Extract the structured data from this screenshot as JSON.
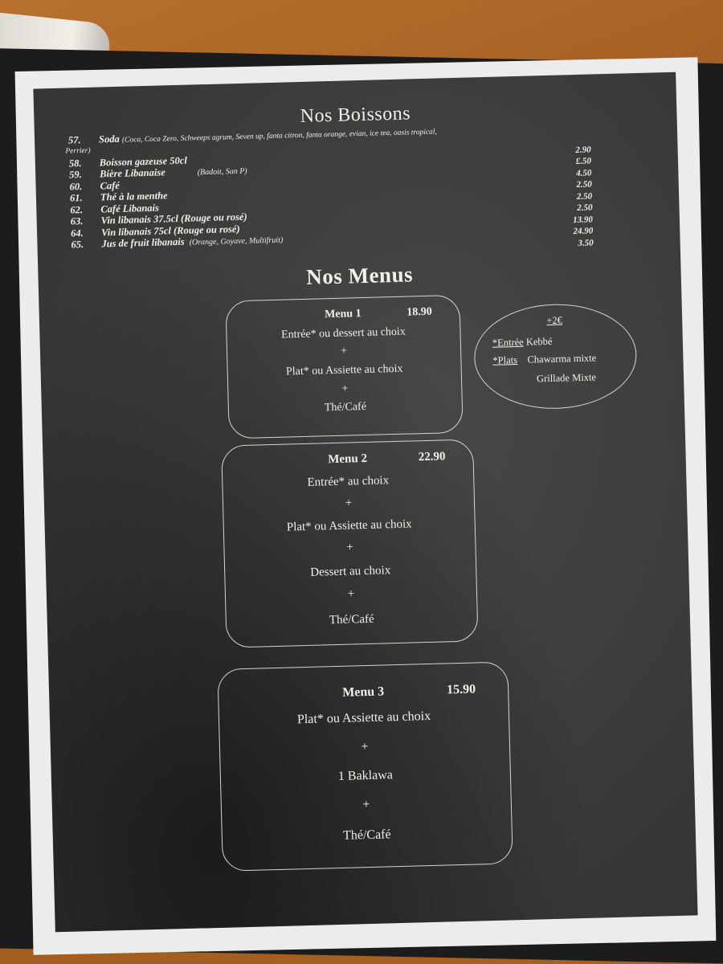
{
  "boissons": {
    "title": "Nos Boissons",
    "items": [
      {
        "num": "57.",
        "name": "Soda",
        "note": "(Coca, Coca Zero, Schweeps agrum, Seven up, fanta citron, fanta orange, evian, ice tea, oasis tropical,",
        "note_cont": "Perrier)",
        "price": ""
      },
      {
        "num": "58.",
        "name": "Boisson gazeuse 50cl",
        "note": "(Badoit, San P)",
        "price": "2.90"
      },
      {
        "num": "59.",
        "name": "Bière Libanaise",
        "note": "",
        "price": "£.50"
      },
      {
        "num": "60.",
        "name": "Café",
        "note": "",
        "price": "4.50"
      },
      {
        "num": "61.",
        "name": "Thé à la menthe",
        "note": "",
        "price": "2.50"
      },
      {
        "num": "62.",
        "name": "Café Libanais",
        "note": "",
        "price": "2.50"
      },
      {
        "num": "63.",
        "name": "Vin libanais 37.5cl (Rouge ou rosé)",
        "note": "",
        "price": "2.50"
      },
      {
        "num": "64.",
        "name": "Vin libanais 75cl (Rouge ou rosé)",
        "note": "",
        "price": "13.90"
      },
      {
        "num": "65.",
        "name": "Jus de fruit libanais",
        "note": "(Orange, Goyave, Multifruit)",
        "price": "24.90"
      },
      {
        "num": "",
        "name": "",
        "note": "",
        "price": "3.50"
      }
    ]
  },
  "menus": {
    "title": "Nos Menus",
    "list": [
      {
        "name": "Menu 1",
        "price": "18.90",
        "lines": [
          "Entrée* ou dessert au choix",
          "+",
          "Plat* ou Assiette au choix",
          "+",
          "Thé/Café"
        ]
      },
      {
        "name": "Menu 2",
        "price": "22.90",
        "lines": [
          "Entrée* au choix",
          "+",
          "Plat* ou Assiette au choix",
          "+",
          "Dessert au choix",
          "+",
          "Thé/Café"
        ]
      },
      {
        "name": "Menu 3",
        "price": "15.90",
        "lines": [
          "Plat* ou Assiette au choix",
          "+",
          "1 Baklawa",
          "+",
          "Thé/Café"
        ]
      }
    ],
    "supplement": {
      "title": "+2€",
      "entree_label": "*Entrée",
      "entree_value": "Kebbé",
      "plats_label": "*Plats",
      "plats_value_1": "Chawarma mixte",
      "plats_value_2": "Grillade Mixte"
    }
  }
}
